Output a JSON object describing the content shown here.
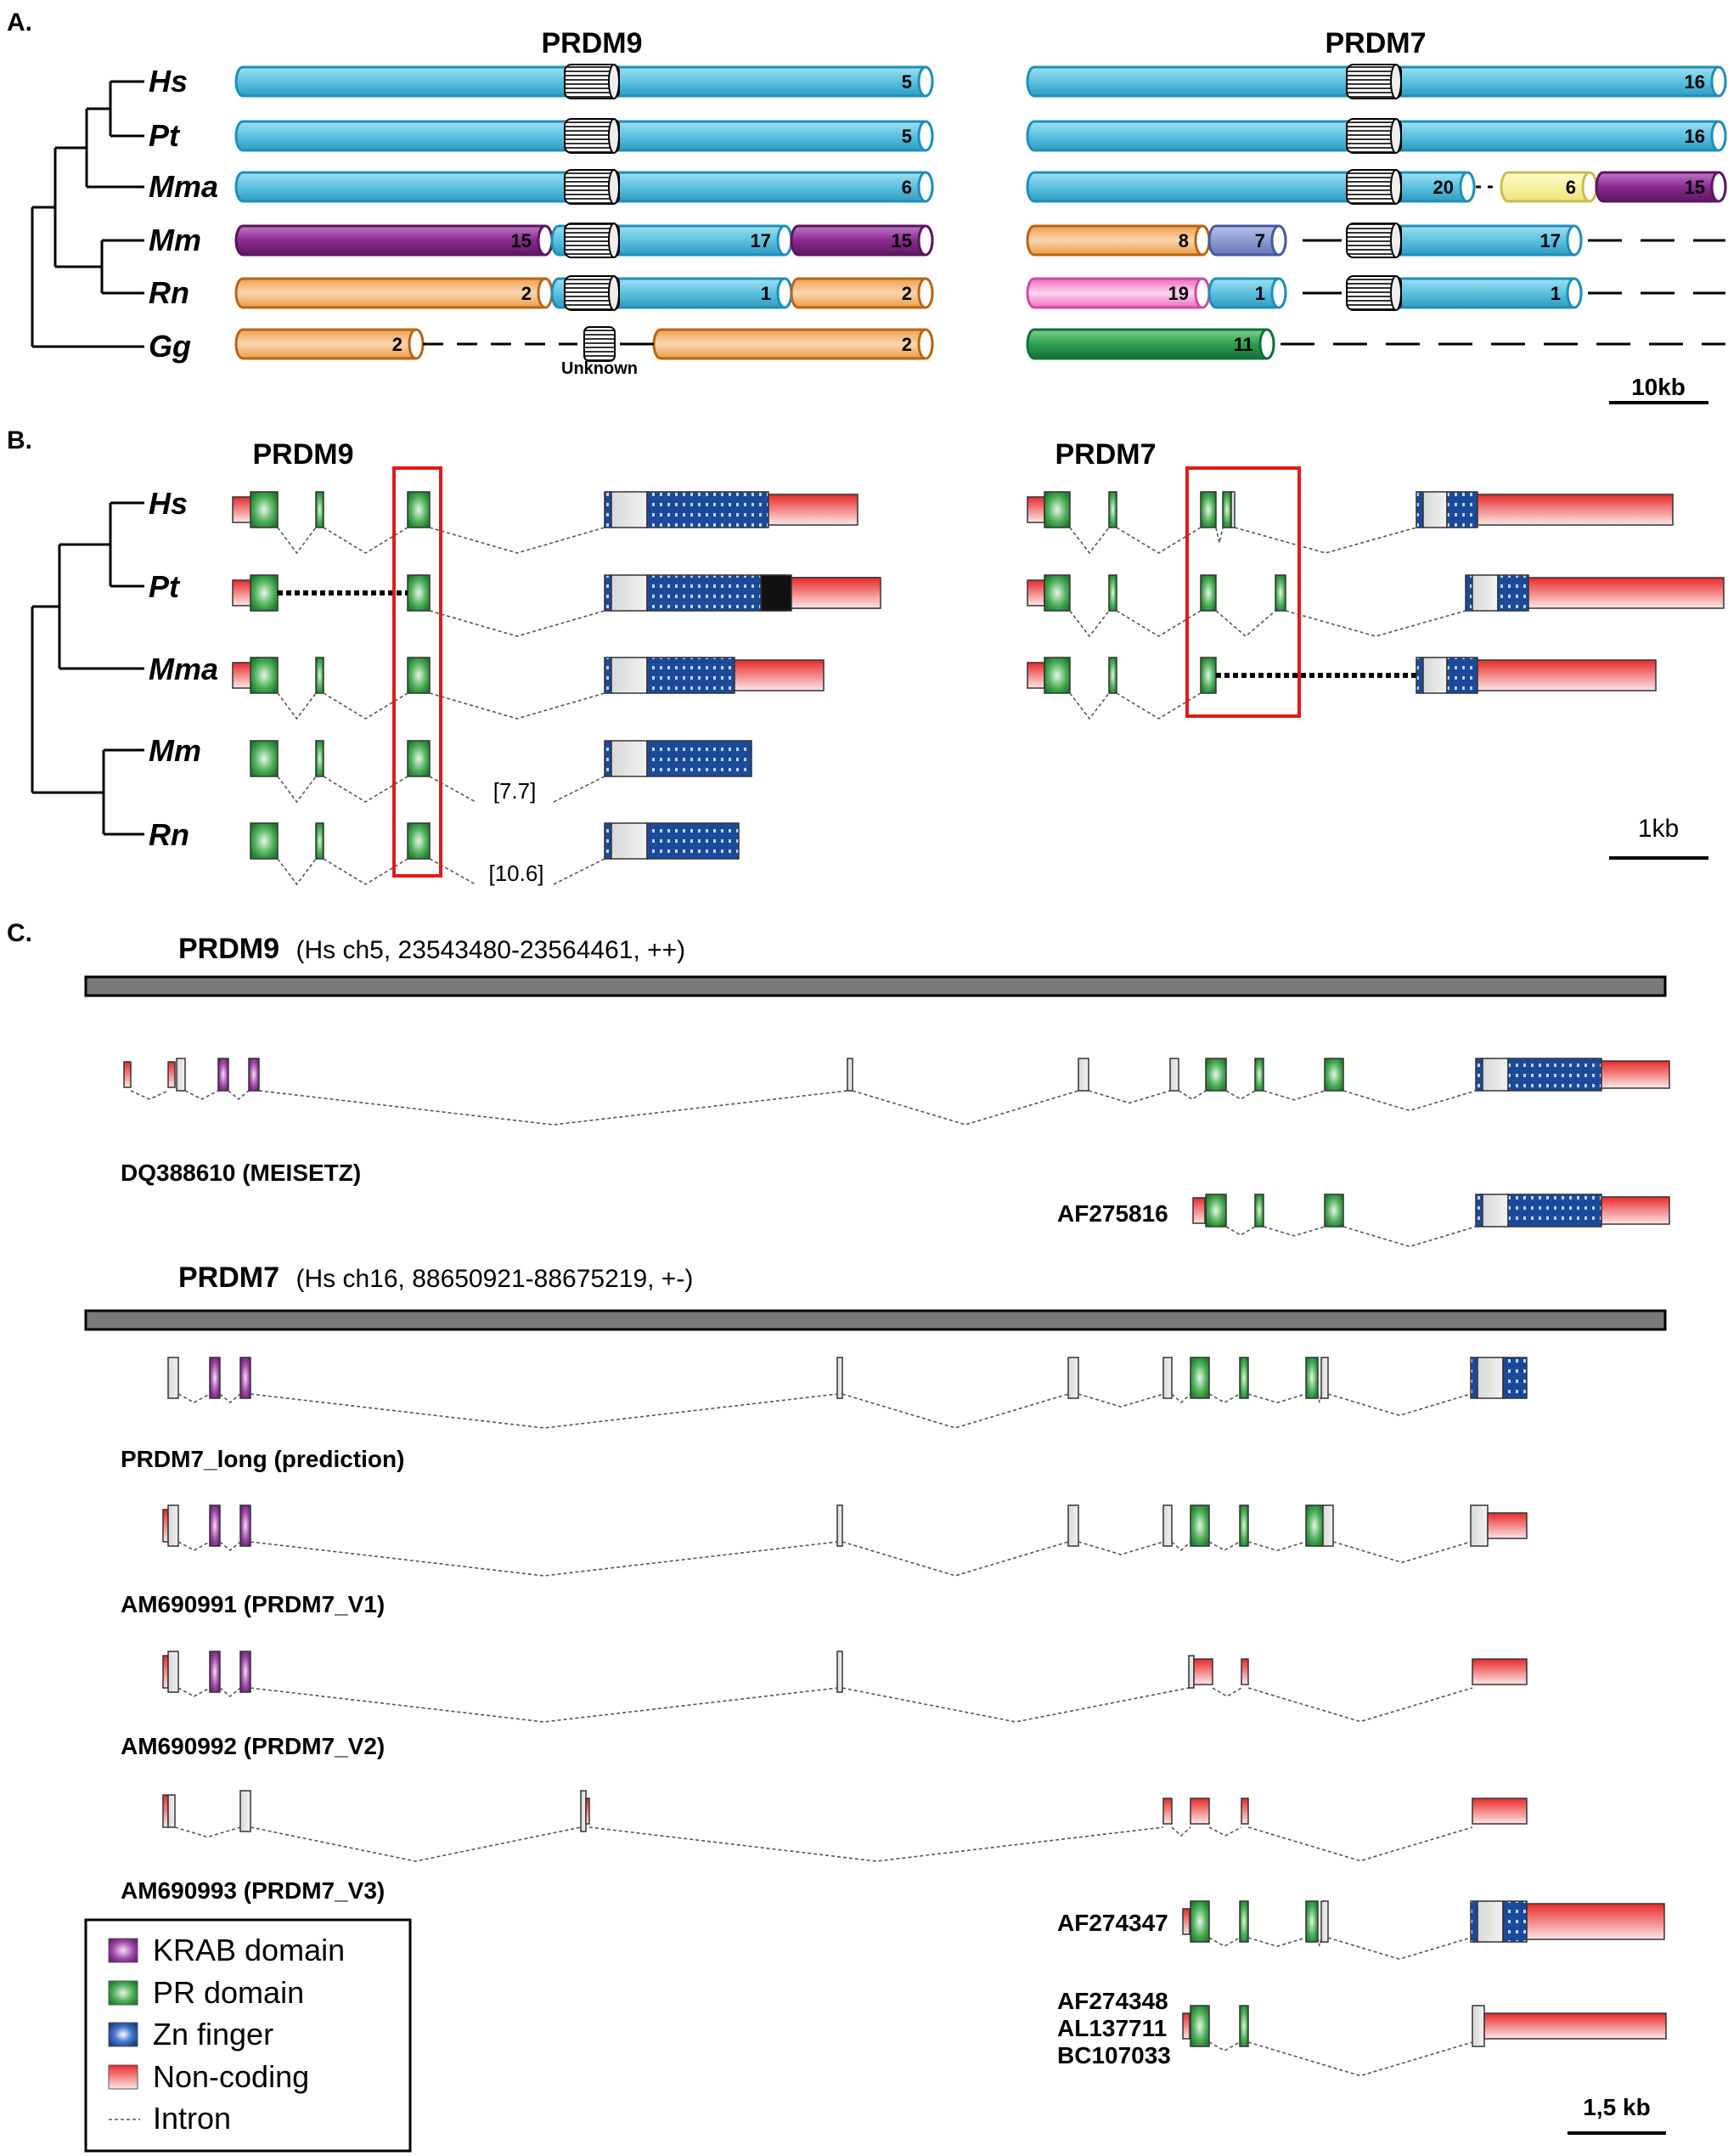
{
  "panels": {
    "a": "A.",
    "b": "B.",
    "c": "C."
  },
  "panel_a": {
    "prdm9_title": "PRDM9",
    "prdm7_title": "PRDM7",
    "species": [
      "Hs",
      "Pt",
      "Mma",
      "Mm",
      "Rn",
      "Gg"
    ],
    "prdm9_rows": [
      {
        "segs": [
          {
            "kind": "blue",
            "label": "5"
          }
        ]
      },
      {
        "segs": [
          {
            "kind": "blue",
            "label": "5"
          }
        ]
      },
      {
        "segs": [
          {
            "kind": "blue",
            "label": "6"
          }
        ]
      },
      {
        "segs": [
          {
            "kind": "purple",
            "label": "15"
          },
          {
            "kind": "blue",
            "label": "17"
          },
          {
            "kind": "purple",
            "label": "15"
          }
        ]
      },
      {
        "segs": [
          {
            "kind": "orange",
            "label": "2"
          },
          {
            "kind": "blue",
            "label": "1"
          },
          {
            "kind": "orange",
            "label": "2"
          }
        ]
      },
      {
        "segs": [
          {
            "kind": "orange",
            "label": "2"
          },
          {
            "kind": "orange",
            "label": "2"
          }
        ]
      }
    ],
    "prdm7_rows": [
      {
        "segs": [
          {
            "kind": "blue",
            "label": "16"
          }
        ]
      },
      {
        "segs": [
          {
            "kind": "blue",
            "label": "16"
          }
        ]
      },
      {
        "segs": [
          {
            "kind": "blue",
            "label": "20"
          },
          {
            "kind": "yellow",
            "label": "6"
          },
          {
            "kind": "purple",
            "label": "15"
          }
        ]
      },
      {
        "segs": [
          {
            "kind": "orange",
            "label": "8"
          },
          {
            "kind": "slate",
            "label": "7"
          },
          {
            "kind": "blue",
            "label": "17"
          }
        ]
      },
      {
        "segs": [
          {
            "kind": "pink",
            "label": "19"
          },
          {
            "kind": "blue",
            "label": "1"
          },
          {
            "kind": "blue",
            "label": "1"
          }
        ]
      },
      {
        "segs": [
          {
            "kind": "green",
            "label": "11"
          }
        ]
      }
    ],
    "unknown_label": "Unknown",
    "scale_label": "10kb"
  },
  "panel_b": {
    "prdm9_title": "PRDM9",
    "prdm7_title": "PRDM7",
    "species": [
      "Hs",
      "Pt",
      "Mma",
      "Mm",
      "Rn"
    ],
    "gap_labels": [
      "[7.7]",
      "[10.6]"
    ],
    "scale_label": "1kb"
  },
  "panel_c": {
    "prdm9_name": "PRDM9",
    "prdm9_coords": "(Hs ch5, 23543480-23564461, ++)",
    "prdm7_name": "PRDM7",
    "prdm7_coords": "(Hs ch16, 88650921-88675219, +-)",
    "transcripts": [
      "DQ388610 (MEISETZ)",
      "AF275816",
      "PRDM7_long (prediction)",
      "AM690991 (PRDM7_V1)",
      "AM690992 (PRDM7_V2)",
      "AM690993 (PRDM7_V3)",
      "AF274347"
    ],
    "multi_label": [
      "AF274348",
      "AL137711",
      "BC107033"
    ],
    "scale_label": "1,5 kb"
  },
  "legend": {
    "items": [
      "KRAB domain",
      "PR domain",
      "Zn finger",
      "Non-coding",
      "Intron"
    ]
  },
  "colors": {
    "blue_cyl": "#5cc1e0",
    "purple_cyl": "#8a2a8f",
    "orange_cyl": "#e8882a",
    "pink_cyl": "#f29ad0",
    "yellow_cyl": "#f8f2a0",
    "slate_cyl": "#8a9bd0",
    "green_cyl": "#2e9e4e",
    "pr_domain": "#2a8c3a",
    "zn_finger": "#1c4a9a",
    "krab": "#7b2a86",
    "noncoding": "#e83030",
    "highlight_box": "#e01b1b"
  }
}
